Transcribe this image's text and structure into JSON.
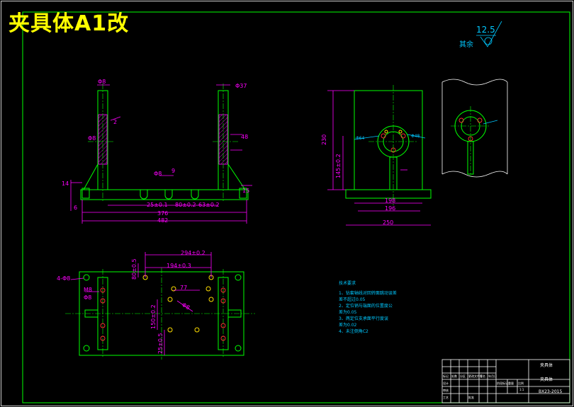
{
  "drawing": {
    "title": "夹具体A1改",
    "surface_roughness": {
      "value": "12.5",
      "label": "其余"
    },
    "front_view": {
      "dims": [
        "Φ8",
        "Φ8",
        "2",
        "Φ8",
        "9",
        "14",
        "6",
        "25±0.1",
        "80±0.2",
        "63±0.2",
        "376",
        "482",
        "Φ37",
        "48",
        "15"
      ]
    },
    "side_view": {
      "dims": [
        "230",
        "145±0.2",
        "198",
        "196",
        "250",
        "Φ64",
        "Φ48"
      ]
    },
    "top_view": {
      "dims": [
        "294±0.2",
        "194±0.3",
        "80±0.5",
        "4-Φ8",
        "M8",
        "Φ8",
        "77",
        "Φ8",
        "150±0.2",
        "25±0.5"
      ]
    },
    "tech_requirements": {
      "heading": "技术要求",
      "lines": [
        "1、钻套轴线对回转面跳动误差",
        "差不超过0.05",
        "2、定位销与端面的位置度公",
        "差为0.05",
        "3、两定位支承面平行度误",
        "差为0.02",
        "4、未注倒角C2"
      ]
    },
    "title_block": {
      "drawing_name": "夹具体",
      "part": "夹具体",
      "code": "BX23-2015",
      "small_texts": [
        "标记",
        "处数",
        "分区",
        "更改文件号",
        "签名",
        "年月日",
        "设计",
        "审核",
        "工艺",
        "批准",
        "阶段标记",
        "重量",
        "比例",
        "1:1"
      ]
    }
  }
}
